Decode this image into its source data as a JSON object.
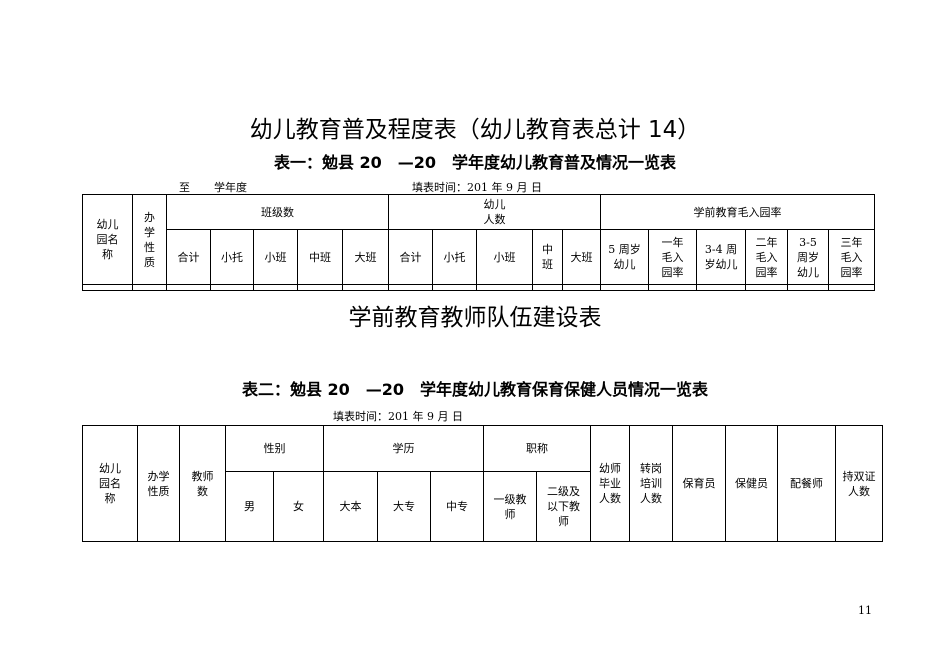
{
  "main_title": "幼儿教育普及程度表（幼儿教育表总计 14）",
  "table1": {
    "title": "表一：勉县 20　—20　学年度幼儿教育普及情况一览表",
    "period_to": "至",
    "period_suffix": "学年度",
    "fill_time": "填表时间：201 年 9 月 日",
    "headers": {
      "kindergarten_name": "幼儿园名称",
      "school_type": "办学性质",
      "class_count": "班级数",
      "children_count": "幼儿人数",
      "gross_enrollment": "学前教育毛入园率",
      "total": "合计",
      "infant": "小托",
      "small": "小班",
      "middle": "中班",
      "large": "大班",
      "age5": "5 周岁幼儿",
      "rate1": "一年毛入园率",
      "age34": "3-4 周岁幼儿",
      "rate2": "二年毛入园率",
      "age35": "3-5 周岁幼儿",
      "rate3": "三年毛入园率"
    }
  },
  "section2_title": "学前教育教师队伍建设表",
  "table2": {
    "title": "表二：勉县 20　—20　学年度幼儿教育保育保健人员情况一览表",
    "fill_time": "填表时间：201 年 9 月 日",
    "headers": {
      "kindergarten_name": "幼儿园名称",
      "school_type": "办学性质",
      "teachers": "教师数",
      "gender": "性别",
      "male": "男",
      "female": "女",
      "education": "学历",
      "bachelor": "大本",
      "college": "大专",
      "secondary": "中专",
      "title": "职称",
      "level1": "一级教师",
      "level2_below": "二级及以下教师",
      "graduates": "幼师毕业人数",
      "transfer_training": "转岗培训人数",
      "caregivers": "保育员",
      "health_workers": "保健员",
      "meal_staff": "配餐师",
      "dual_cert": "持双证人数"
    }
  },
  "page_number": "11"
}
